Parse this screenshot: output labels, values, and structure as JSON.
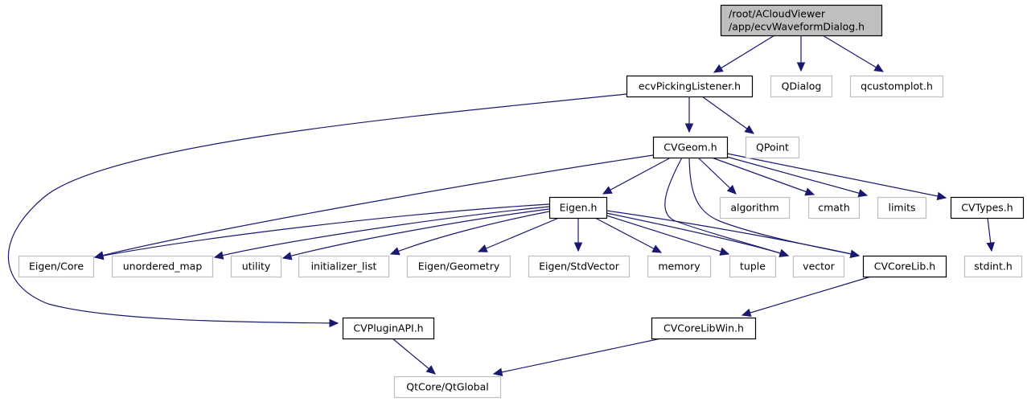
{
  "diagram": {
    "type": "include-dependency-graph",
    "colors": {
      "edge": "#191970",
      "root_fill": "#bfbfbf",
      "external_border": "#bfbfbf",
      "internal_border": "#000000"
    },
    "nodes": [
      {
        "id": "root",
        "lines": [
          "/root/ACloudViewer",
          "/app/ecvWaveformDialog.h"
        ],
        "kind": "root"
      },
      {
        "id": "ecvPickingListener",
        "lines": [
          "ecvPickingListener.h"
        ],
        "kind": "internal"
      },
      {
        "id": "QDialog",
        "lines": [
          "QDialog"
        ],
        "kind": "external"
      },
      {
        "id": "qcustomplot",
        "lines": [
          "qcustomplot.h"
        ],
        "kind": "external"
      },
      {
        "id": "CVGeom",
        "lines": [
          "CVGeom.h"
        ],
        "kind": "internal"
      },
      {
        "id": "QPoint",
        "lines": [
          "QPoint"
        ],
        "kind": "external"
      },
      {
        "id": "Eigen",
        "lines": [
          "Eigen.h"
        ],
        "kind": "internal"
      },
      {
        "id": "algorithm",
        "lines": [
          "algorithm"
        ],
        "kind": "external"
      },
      {
        "id": "cmath",
        "lines": [
          "cmath"
        ],
        "kind": "external"
      },
      {
        "id": "limits",
        "lines": [
          "limits"
        ],
        "kind": "external"
      },
      {
        "id": "CVTypes",
        "lines": [
          "CVTypes.h"
        ],
        "kind": "internal"
      },
      {
        "id": "EigenCore",
        "lines": [
          "Eigen/Core"
        ],
        "kind": "external"
      },
      {
        "id": "unordered_map",
        "lines": [
          "unordered_map"
        ],
        "kind": "external"
      },
      {
        "id": "utility",
        "lines": [
          "utility"
        ],
        "kind": "external"
      },
      {
        "id": "initializer_list",
        "lines": [
          "initializer_list"
        ],
        "kind": "external"
      },
      {
        "id": "EigenGeometry",
        "lines": [
          "Eigen/Geometry"
        ],
        "kind": "external"
      },
      {
        "id": "EigenStdVector",
        "lines": [
          "Eigen/StdVector"
        ],
        "kind": "external"
      },
      {
        "id": "memory",
        "lines": [
          "memory"
        ],
        "kind": "external"
      },
      {
        "id": "tuple",
        "lines": [
          "tuple"
        ],
        "kind": "external"
      },
      {
        "id": "vector",
        "lines": [
          "vector"
        ],
        "kind": "external"
      },
      {
        "id": "CVCoreLib",
        "lines": [
          "CVCoreLib.h"
        ],
        "kind": "internal"
      },
      {
        "id": "stdint",
        "lines": [
          "stdint.h"
        ],
        "kind": "external"
      },
      {
        "id": "CVPluginAPI",
        "lines": [
          "CVPluginAPI.h"
        ],
        "kind": "internal"
      },
      {
        "id": "CVCoreLibWin",
        "lines": [
          "CVCoreLibWin.h"
        ],
        "kind": "internal"
      },
      {
        "id": "QtGlobal",
        "lines": [
          "QtCore/QtGlobal"
        ],
        "kind": "external"
      }
    ],
    "edges": [
      {
        "from": "root",
        "to": "ecvPickingListener"
      },
      {
        "from": "root",
        "to": "QDialog"
      },
      {
        "from": "root",
        "to": "qcustomplot"
      },
      {
        "from": "ecvPickingListener",
        "to": "CVGeom"
      },
      {
        "from": "ecvPickingListener",
        "to": "QPoint"
      },
      {
        "from": "ecvPickingListener",
        "to": "CVPluginAPI"
      },
      {
        "from": "CVGeom",
        "to": "Eigen"
      },
      {
        "from": "CVGeom",
        "to": "EigenCore"
      },
      {
        "from": "CVGeom",
        "to": "algorithm"
      },
      {
        "from": "CVGeom",
        "to": "cmath"
      },
      {
        "from": "CVGeom",
        "to": "limits"
      },
      {
        "from": "CVGeom",
        "to": "CVTypes"
      },
      {
        "from": "CVGeom",
        "to": "vector"
      },
      {
        "from": "CVGeom",
        "to": "CVCoreLib"
      },
      {
        "from": "Eigen",
        "to": "EigenCore"
      },
      {
        "from": "Eigen",
        "to": "unordered_map"
      },
      {
        "from": "Eigen",
        "to": "utility"
      },
      {
        "from": "Eigen",
        "to": "initializer_list"
      },
      {
        "from": "Eigen",
        "to": "EigenGeometry"
      },
      {
        "from": "Eigen",
        "to": "EigenStdVector"
      },
      {
        "from": "Eigen",
        "to": "memory"
      },
      {
        "from": "Eigen",
        "to": "tuple"
      },
      {
        "from": "Eigen",
        "to": "vector"
      },
      {
        "from": "Eigen",
        "to": "CVCoreLib"
      },
      {
        "from": "CVTypes",
        "to": "stdint"
      },
      {
        "from": "CVCoreLib",
        "to": "CVCoreLibWin"
      },
      {
        "from": "CVPluginAPI",
        "to": "QtGlobal"
      },
      {
        "from": "CVCoreLibWin",
        "to": "QtGlobal"
      }
    ]
  }
}
